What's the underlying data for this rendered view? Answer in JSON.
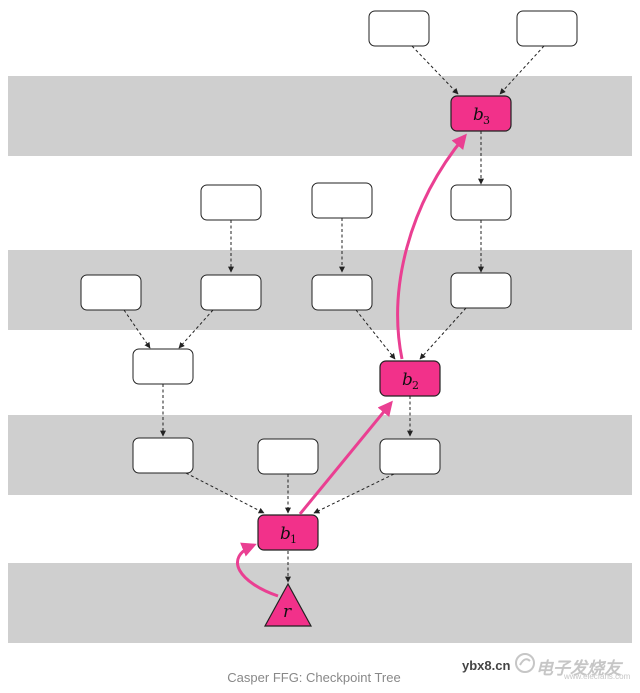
{
  "caption": "Casper FFG: Checkpoint Tree",
  "colors": {
    "band": "#cfcfcf",
    "highlight_fill": "#f2318a",
    "highlight_arrow": "#ea3f92",
    "node_stroke": "#222222"
  },
  "nodes": {
    "r": {
      "label": "r",
      "sub": ""
    },
    "b1": {
      "label": "b",
      "sub": "1"
    },
    "b2": {
      "label": "b",
      "sub": "2"
    },
    "b3": {
      "label": "b",
      "sub": "3"
    }
  },
  "watermark": {
    "left_text": "ybx8.cn",
    "brand_text": "电子发烧友",
    "brand_sub": "www.elecfans.com"
  }
}
